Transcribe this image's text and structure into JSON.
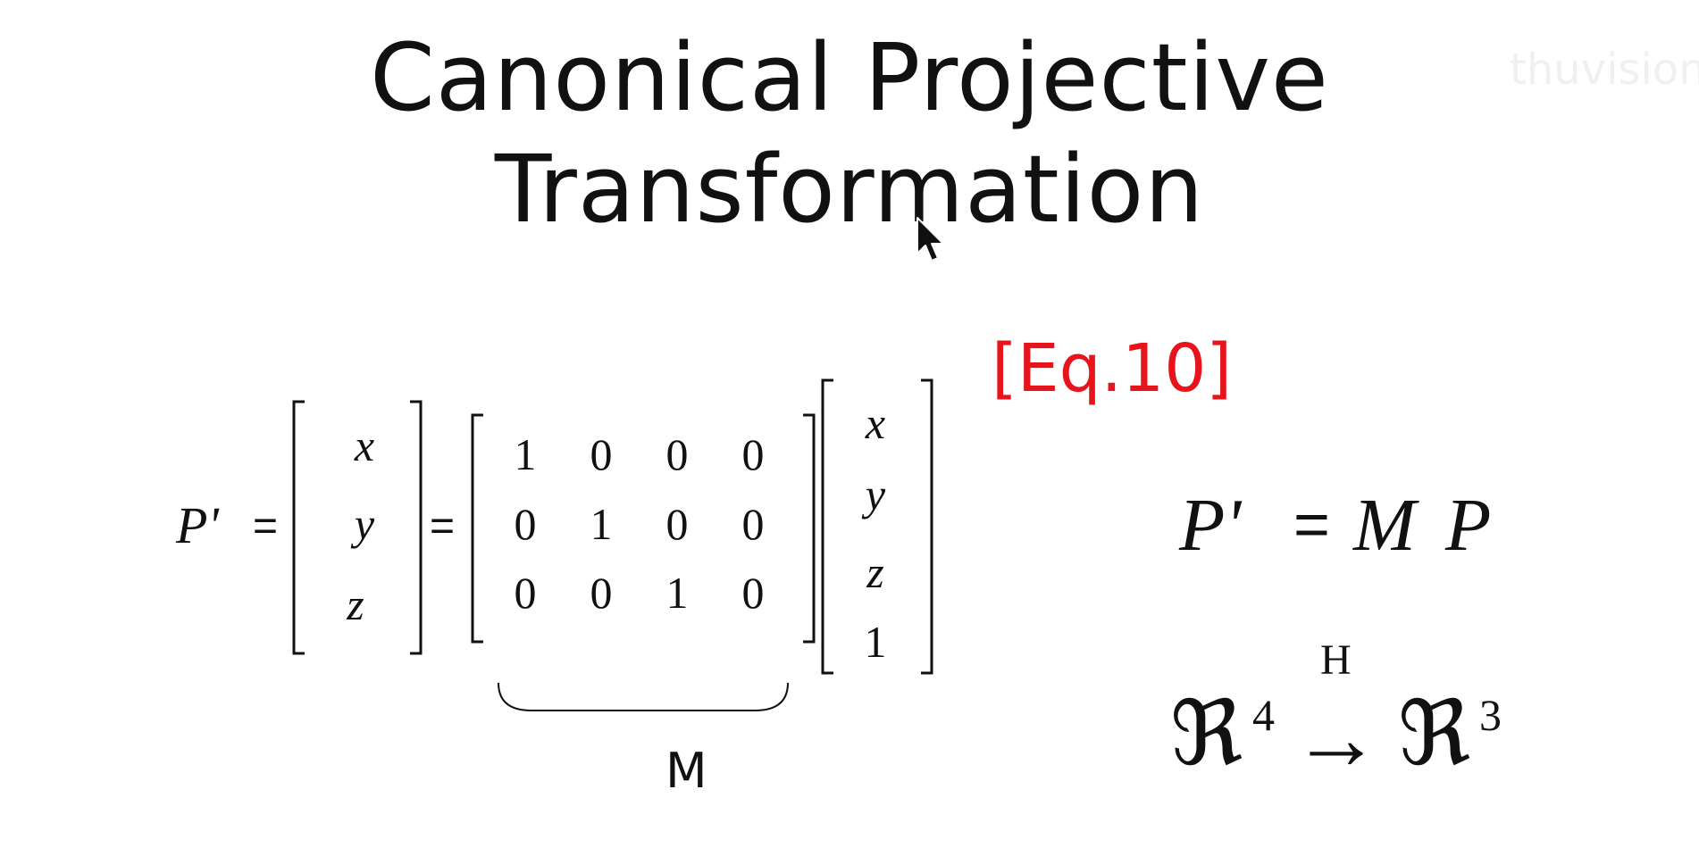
{
  "slide": {
    "title_line1": "Canonical Projective",
    "title_line2": "Transformation",
    "watermark": "thuvision",
    "equation_ref": "[Eq.10]"
  },
  "equation": {
    "lhs": "P'",
    "equals": "=",
    "lhs_vector": [
      "x",
      "y",
      "z"
    ],
    "matrix_rows": [
      [
        "1",
        "0",
        "0",
        "0"
      ],
      [
        "0",
        "1",
        "0",
        "0"
      ],
      [
        "0",
        "0",
        "1",
        "0"
      ]
    ],
    "rhs_vector": [
      "x",
      "y",
      "z",
      "1"
    ],
    "matrix_label": "M"
  },
  "compact_equation": {
    "lhs": "P'",
    "equals": "=",
    "rhs_m": "M",
    "rhs_p": "P"
  },
  "mapping": {
    "domain_symbol": "ℜ",
    "domain_exp": "4",
    "arrow_label": "H",
    "arrow": "→",
    "codomain_symbol": "ℜ",
    "codomain_exp": "3"
  },
  "colors": {
    "text": "#111111",
    "accent": "#e8141b",
    "background": "#ffffff"
  },
  "icons": [
    "mouse-cursor-icon"
  ]
}
